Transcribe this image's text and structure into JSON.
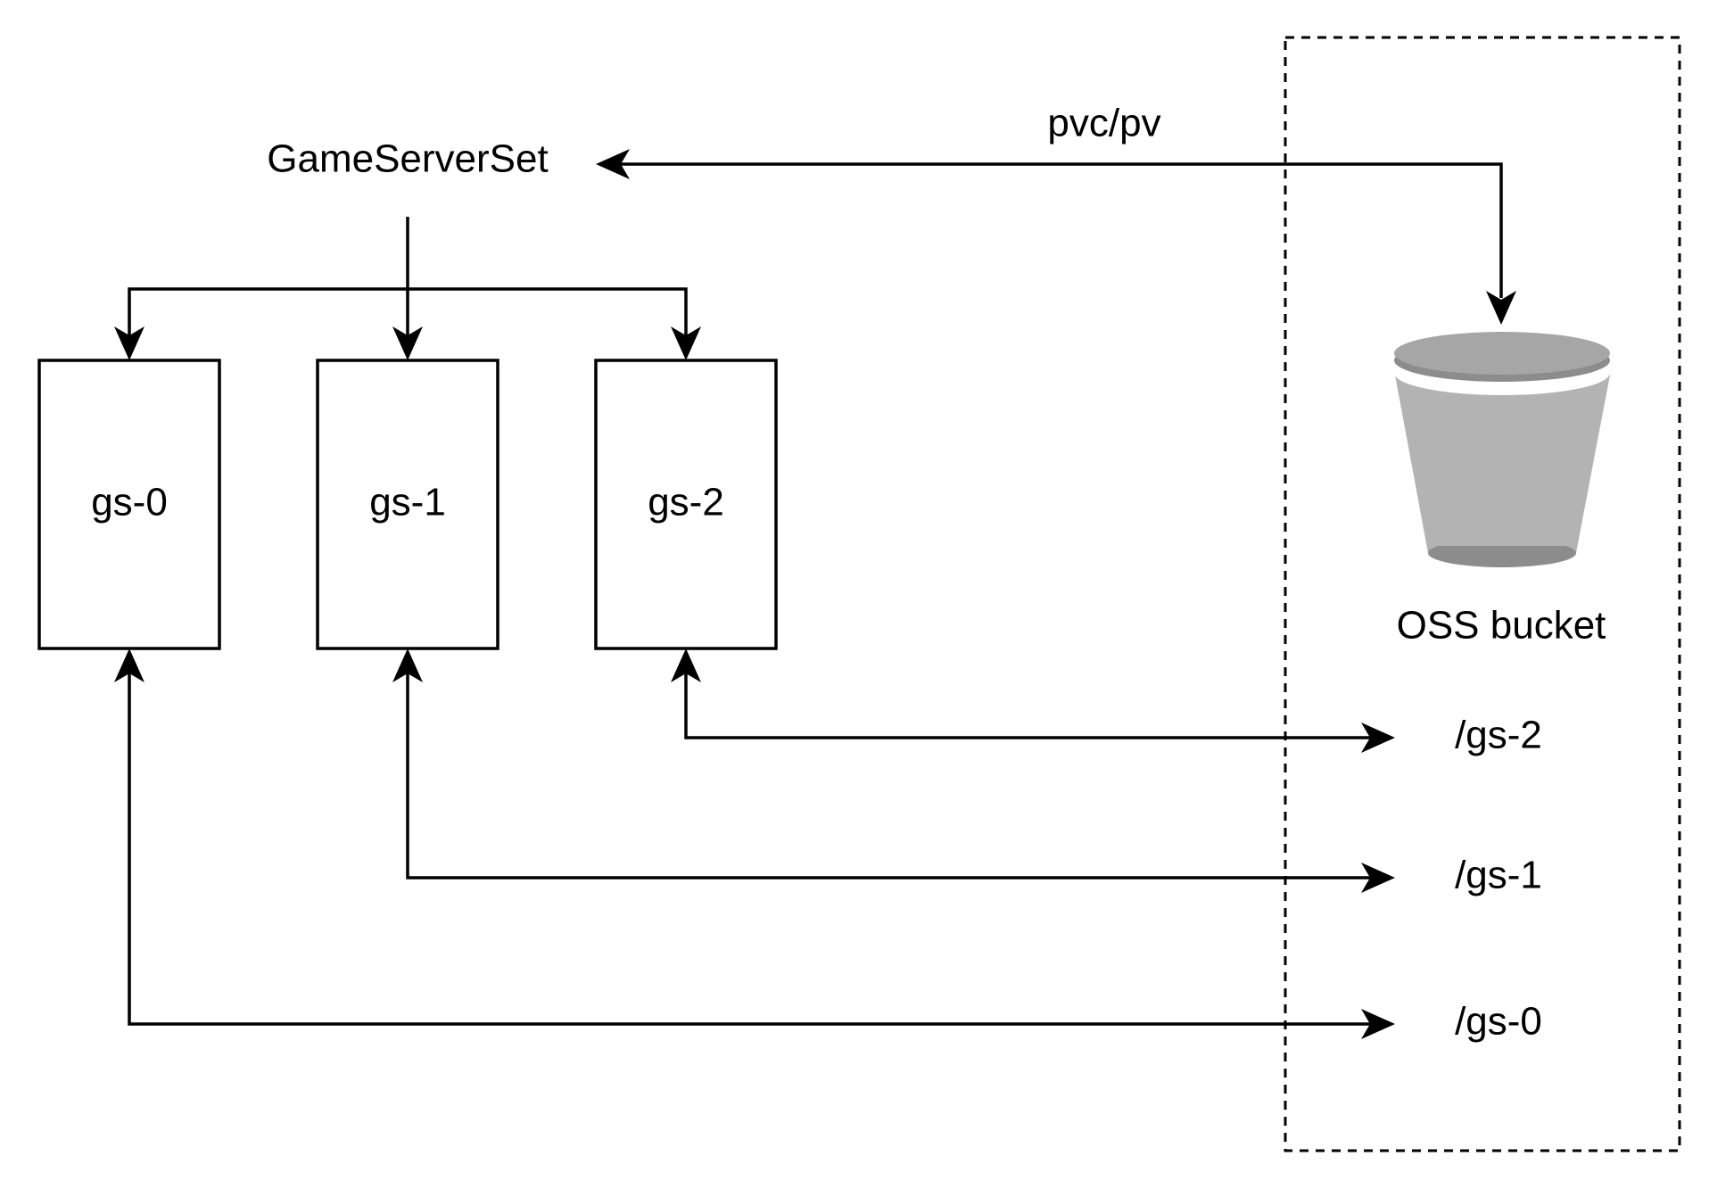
{
  "diagram": {
    "controller": {
      "label": "GameServerSet"
    },
    "pods": [
      {
        "label": "gs-0"
      },
      {
        "label": "gs-1"
      },
      {
        "label": "gs-2"
      }
    ],
    "storage": {
      "label": "OSS bucket",
      "link_label": "pvc/pv",
      "paths": [
        "/gs-2",
        "/gs-1",
        "/gs-0"
      ]
    },
    "colors": {
      "stroke": "#000000",
      "bucket_body": "#b3b3b3",
      "bucket_top": "#a6a6a6",
      "bucket_rim": "#8c8c8c"
    }
  }
}
